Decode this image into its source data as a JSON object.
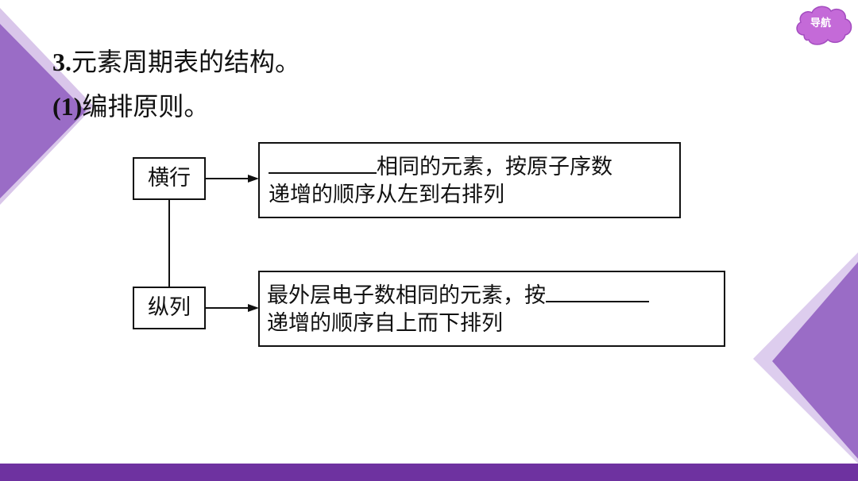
{
  "nav": {
    "label": "导航"
  },
  "headings": {
    "h1_num": "3.",
    "h1_text": "元素周期表的结构。",
    "h2_num": "(1)",
    "h2_text": "编排原则。"
  },
  "diagram": {
    "row": {
      "label": "横行",
      "line1_after_blank": "相同的元素，按原子序数",
      "line2": "递增的顺序从左到右排列"
    },
    "column": {
      "label": "纵列",
      "line1_before_blank": "最外层电子数相同的元素，按",
      "line2": "递增的顺序自上而下排列"
    }
  },
  "colors": {
    "accent": "#6e32a0",
    "triangle_dark": "#8f5fbf",
    "triangle_light": "#cdb6e2",
    "nav_fill": "#c46ad8"
  }
}
